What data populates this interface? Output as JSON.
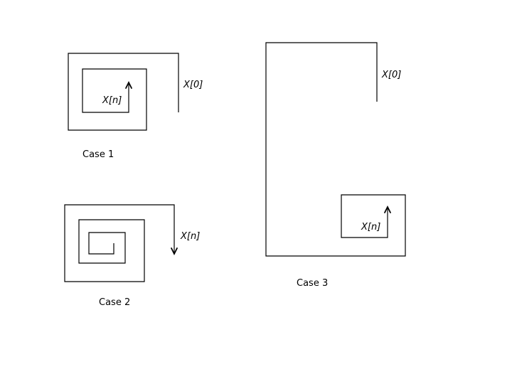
{
  "colors": {
    "stroke": "#000000",
    "background": "#ffffff"
  },
  "case1": {
    "caption": "Case 1",
    "start_label": "X[0]",
    "end_label": "X[n]"
  },
  "case2": {
    "caption": "Case 2",
    "start_label": "X[n]"
  },
  "case3": {
    "caption": "Case 3",
    "start_label": "X[0]",
    "end_label": "X[n]"
  }
}
